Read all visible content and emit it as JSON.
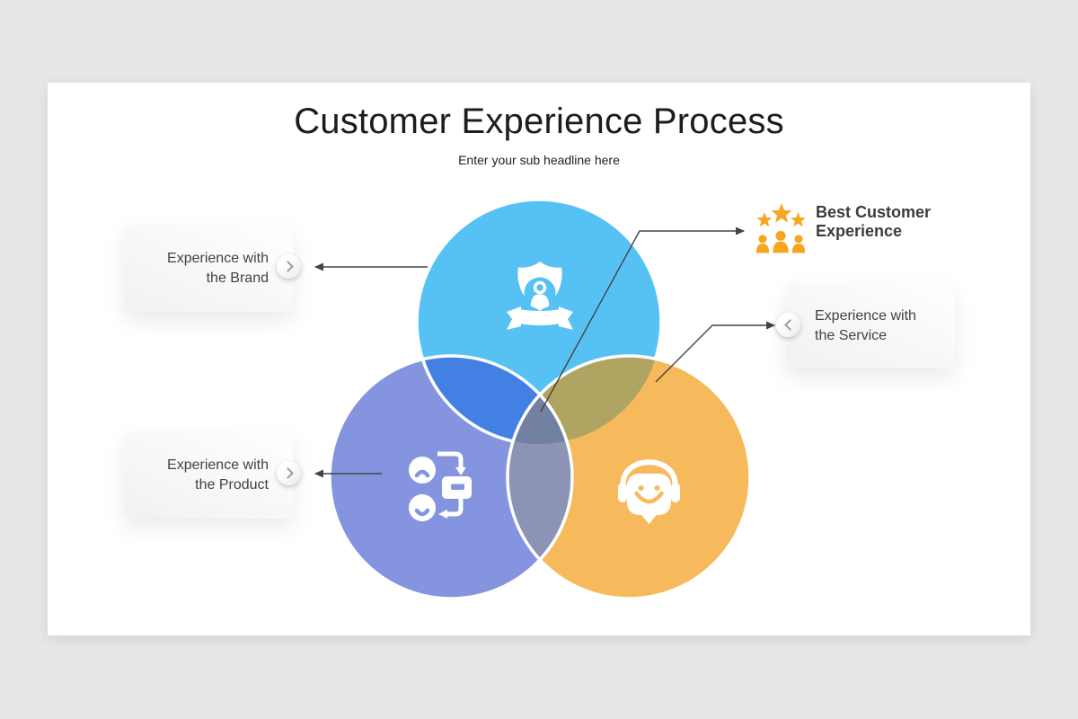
{
  "slide": {
    "title": "Customer Experience Process",
    "subtitle": "Enter your sub headline here"
  },
  "cards": {
    "brand": "Experience with the Brand",
    "product": "Experience with the Product",
    "service": "Experience with the Service"
  },
  "callout": {
    "best_customer": "Best Customer Experience"
  },
  "colors": {
    "page_bg": "#E8E7E8",
    "slide_bg": "#FFFFFF",
    "title_text": "#1D1D1F",
    "card_text": "#424245",
    "circle_brand": "#56C2F3",
    "circle_product": "#8494DF",
    "circle_service": "#F6BA5D",
    "overlap_brand_product": "#4380E4",
    "overlap_brand_service": "#B0A462",
    "overlap_product_service": "#8C93B4",
    "overlap_center": "#7280A2",
    "icon_accent": "#F6A621",
    "connector": "#444444",
    "icon_white": "#FFFFFF"
  },
  "icons": {
    "brand_circle": "shield-user-icon",
    "product_circle": "feedback-exchange-icon",
    "service_circle": "support-headset-icon",
    "callout": "stars-people-icon",
    "brand_badge": "chevron-right-icon",
    "product_badge": "chevron-right-icon",
    "service_badge": "chevron-left-icon"
  }
}
